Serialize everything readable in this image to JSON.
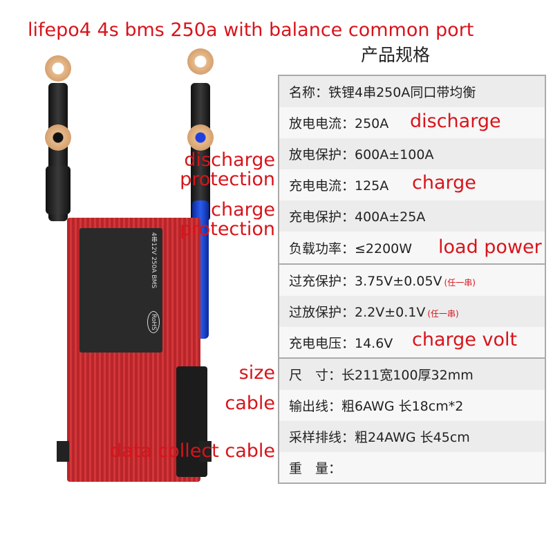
{
  "title": "lifepo4 4s bms 250a with balance common port",
  "spec_title": "产品规格",
  "rows": [
    {
      "text": "名称：铁锂4串250A同口带均衡"
    },
    {
      "text": "放电电流：250A"
    },
    {
      "text": "放电保护：600A±100A"
    },
    {
      "text": "充电电流：125A"
    },
    {
      "text": "充电保护：400A±25A"
    },
    {
      "text": "负载功率：≤2200W"
    },
    {
      "text": "过充保护：3.75V±0.05V",
      "note": "(任一串)"
    },
    {
      "text": "过放保护：2.2V±0.1V",
      "note": "(任一串)"
    },
    {
      "text": "充电电压：14.6V"
    },
    {
      "text": "尺　寸：长211宽100厚32mm"
    },
    {
      "text": "输出线：粗6AWG 长18cm*2"
    },
    {
      "text": "采样排线：粗24AWG 长45cm"
    },
    {
      "text": "重　量："
    }
  ],
  "annotations": {
    "discharge": "discharge",
    "discharge_protection": "discharge protection",
    "charge": "charge",
    "charge_protection": "charge protection",
    "load_power": "load power",
    "charge_volt": "charge volt",
    "size": "size",
    "cable": "cable",
    "data_collect_cable": "data collect cable"
  },
  "device_labels": {
    "brand_mark": "RoHS",
    "model": "4串12V 250A BMS"
  },
  "colors": {
    "annotation": "#d8141b",
    "device": "#c0282b",
    "table_border": "#aaaaaa"
  }
}
